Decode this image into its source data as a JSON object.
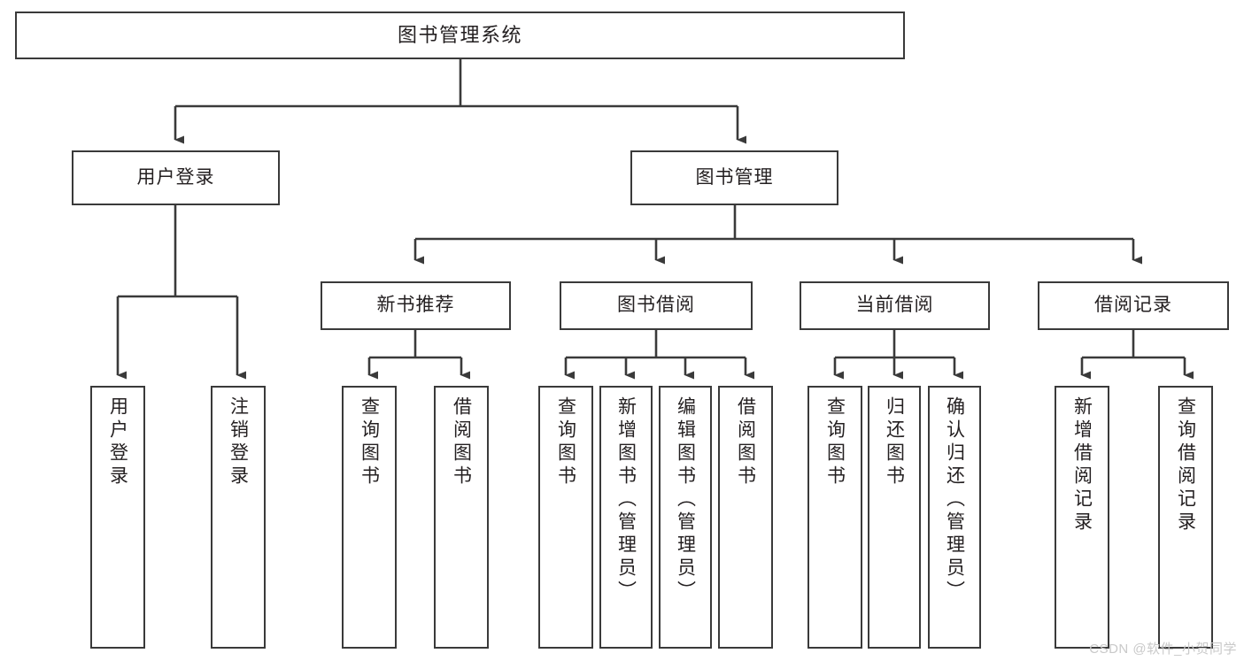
{
  "diagram": {
    "type": "tree-hierarchy",
    "title": "图书管理系统",
    "watermark": "CSDN @软件_小贺同学",
    "colors": {
      "stroke": "#3a3a3a",
      "fill": "#ffffff",
      "text": "#231f20",
      "watermark": "#c9c9c9"
    },
    "root": {
      "label": "图书管理系统"
    },
    "level2": [
      {
        "label": "用户登录"
      },
      {
        "label": "图书管理"
      }
    ],
    "level3": [
      {
        "label": "新书推荐"
      },
      {
        "label": "图书借阅"
      },
      {
        "label": "当前借阅"
      },
      {
        "label": "借阅记录"
      }
    ],
    "leaves": {
      "user_login": [
        {
          "label": "用户登录"
        },
        {
          "label": "注销登录"
        }
      ],
      "new_book": [
        {
          "label": "查询图书"
        },
        {
          "label": "借阅图书"
        }
      ],
      "book_borrow": [
        {
          "label": "查询图书"
        },
        {
          "label": "新增图书（管理员）"
        },
        {
          "label": "编辑图书（管理员）"
        },
        {
          "label": "借阅图书"
        }
      ],
      "current_borrow": [
        {
          "label": "查询图书"
        },
        {
          "label": "归还图书"
        },
        {
          "label": "确认归还（管理员）"
        }
      ],
      "borrow_record": [
        {
          "label": "新增借阅记录"
        },
        {
          "label": "查询借阅记录"
        }
      ]
    }
  }
}
